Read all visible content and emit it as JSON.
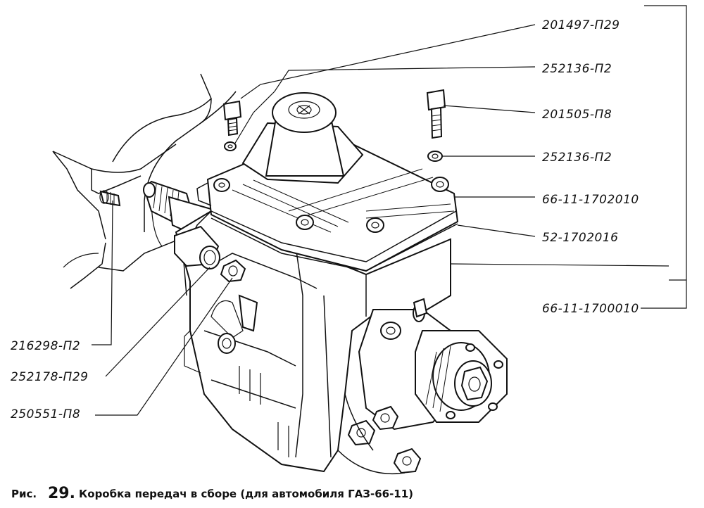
{
  "figure": {
    "caption_prefix": "Рис.",
    "caption_number": "29.",
    "caption_text": "Коробка передач в сборе (для автомобиля ГАЗ-66-11)"
  },
  "callouts": [
    {
      "label": "201497-П29"
    },
    {
      "label": "252136-П2"
    },
    {
      "label": "201505-П8"
    },
    {
      "label": "252136-П2"
    },
    {
      "label": "66-11-1702010"
    },
    {
      "label": "52-1702016"
    },
    {
      "label": "66-11-1700010"
    },
    {
      "label": "216298-П2"
    },
    {
      "label": "252178-П29"
    },
    {
      "label": "250551-П8"
    }
  ]
}
